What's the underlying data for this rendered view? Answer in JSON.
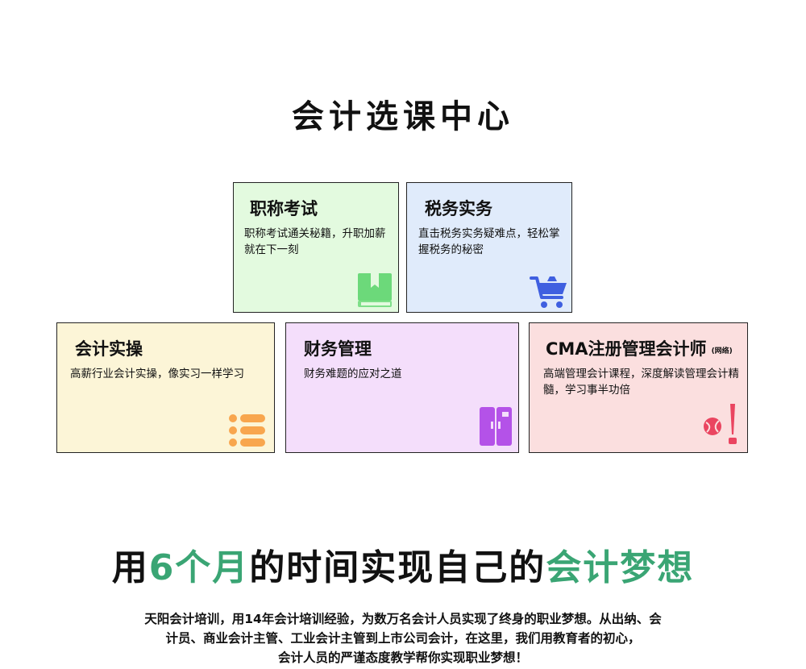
{
  "header": {
    "title": "会计选课中心"
  },
  "cards": [
    {
      "id": "title-exam",
      "title": "职称考试",
      "note": "",
      "desc": "职称考试通关秘籍，升职加薪就在下一刻",
      "bg": "#e3fadf",
      "icon": "book-icon",
      "icon_color": "#6cd97a"
    },
    {
      "id": "tax",
      "title": "税务实务",
      "note": "",
      "desc": "直击税务实务疑难点，轻松掌握税务的秘密",
      "bg": "#e0ebfb",
      "icon": "shopping-cart-icon",
      "icon_color": "#3f5fe0"
    },
    {
      "id": "practice",
      "title": "会计实操",
      "note": "",
      "desc": "高薪行业会计实操，像实习一样学习",
      "bg": "#fcf5d7",
      "icon": "list-icon",
      "icon_color": "#f8a64e"
    },
    {
      "id": "finance",
      "title": "财务管理",
      "note": "",
      "desc": "财务难题的应对之道",
      "bg": "#f4defb",
      "icon": "wardrobe-icon",
      "icon_color": "#b452e8"
    },
    {
      "id": "cma",
      "title": "CMA注册管理会计师",
      "note": "(网络)",
      "desc": "高端管理会计课程，深度解读管理会计精髓，学习事半功倍",
      "bg": "#fbdfdf",
      "icon": "baseball-icon",
      "icon_color": "#ea4560"
    }
  ],
  "tagline": {
    "part1": "用",
    "accent1": "6个月",
    "part2": "的时间实现自己的",
    "accent2": "会计梦想",
    "accent_color": "#3aa574"
  },
  "intro": {
    "line1": "天阳会计培训，用14年会计培训经验，为数万名会计人员实现了终身的职业梦想。从出纳、会",
    "line2": "计员、商业会计主管、工业会计主管到上市公司会计，在这里，我们用教育者的初心，",
    "line3": "会计人员的严谨态度教学帮你实现职业梦想！"
  }
}
